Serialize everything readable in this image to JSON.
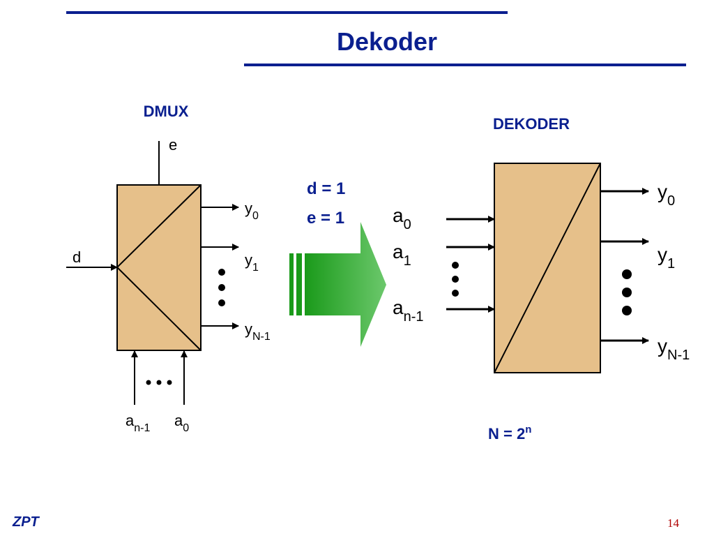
{
  "slide": {
    "title": "Dekoder",
    "footer_left": "ZPT",
    "page_number": "14"
  },
  "dmux": {
    "title": "DMUX",
    "enable_label": "e",
    "input_label": "d",
    "outputs": [
      {
        "base": "y",
        "sub": "0"
      },
      {
        "base": "y",
        "sub": "1"
      },
      {
        "base": "y",
        "sub": "N-1"
      }
    ],
    "address_inputs": [
      {
        "base": "a",
        "sub": "n-1"
      },
      {
        "base": "a",
        "sub": "0"
      }
    ]
  },
  "conversion": {
    "condition_1": "d = 1",
    "condition_2": "e = 1"
  },
  "decoder": {
    "title": "DEKODER",
    "inputs": [
      {
        "base": "a",
        "sub": "0"
      },
      {
        "base": "a",
        "sub": "1"
      },
      {
        "base": "a",
        "sub": "n-1"
      }
    ],
    "outputs": [
      {
        "base": "y",
        "sub": "0"
      },
      {
        "base": "y",
        "sub": "1"
      },
      {
        "base": "y",
        "sub": "N-1"
      }
    ],
    "formula_base": "N = 2",
    "formula_exp": "n"
  },
  "colors": {
    "title_blue": "#0a1f8f",
    "block_fill": "#e6c08a",
    "arrow_green": "#2aa82a",
    "page_number_red": "#b00000"
  }
}
